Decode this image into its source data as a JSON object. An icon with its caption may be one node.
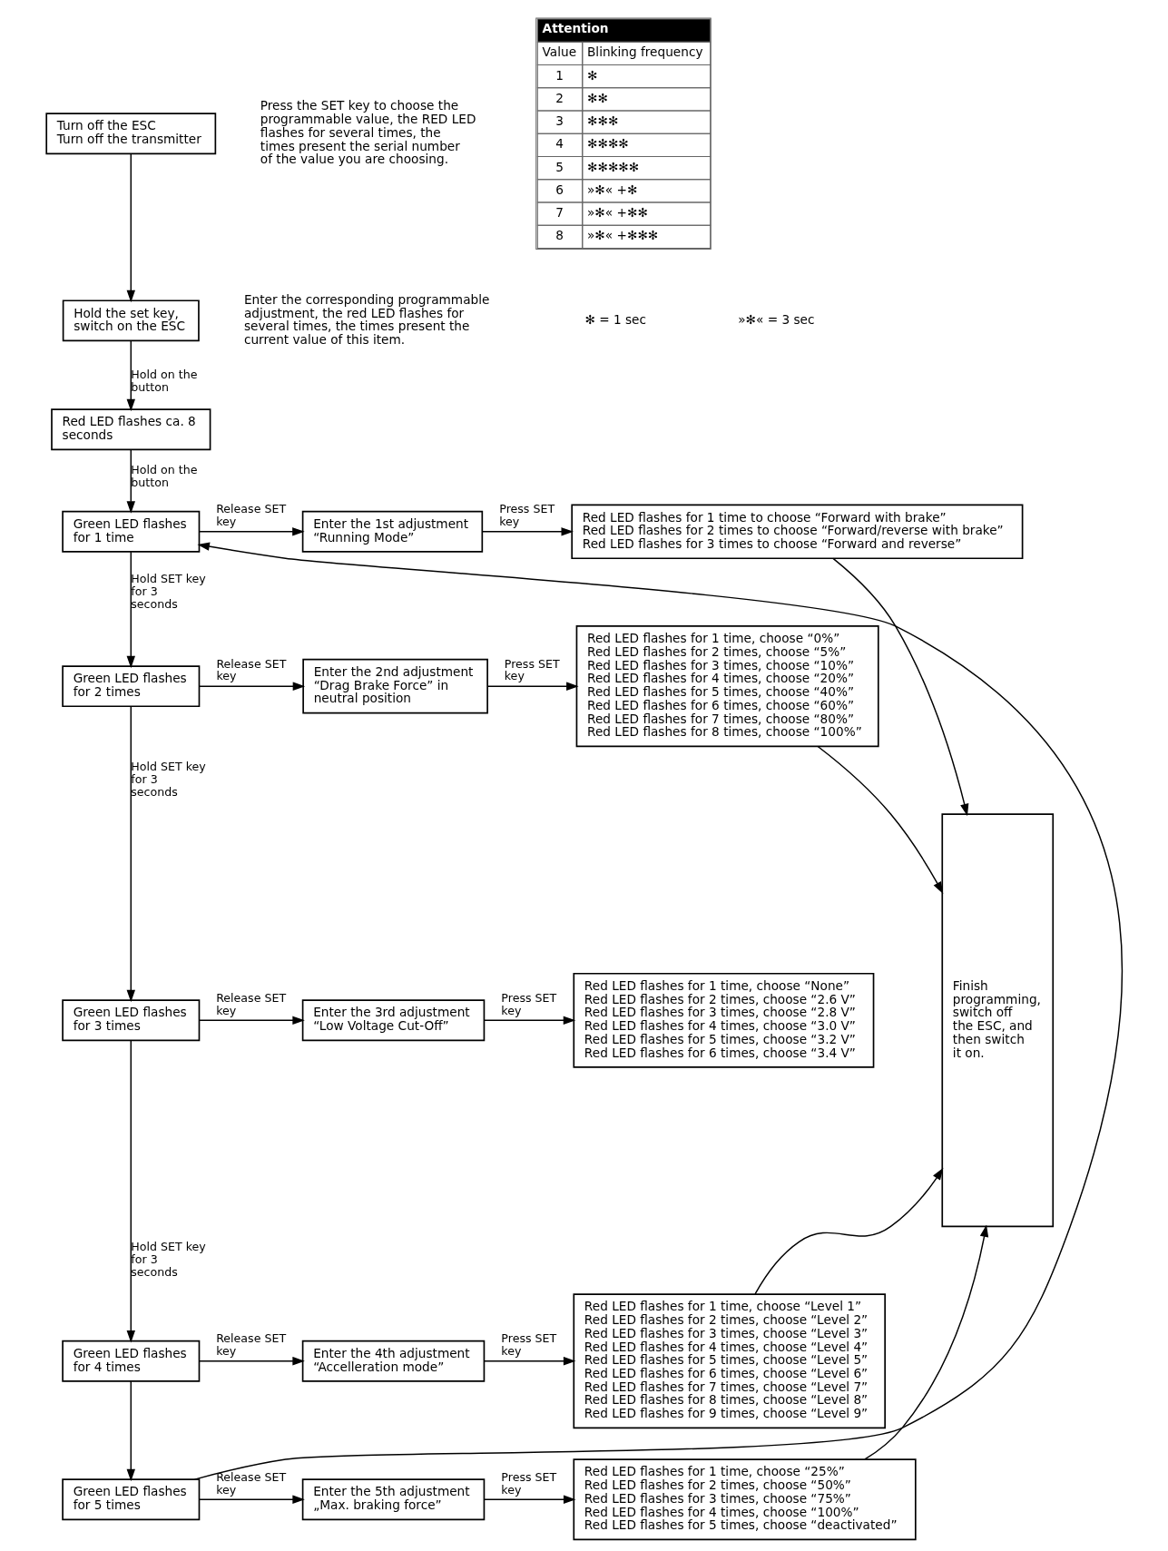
{
  "diagram": {
    "nodes": [
      {
        "text": [
          "Turn off the ESC",
          "Turn off the transmitter"
        ]
      },
      {
        "text": [
          "Hold the set key, switch on the ESC"
        ]
      },
      {
        "text": [
          "Red LED flashes ca. 8 seconds"
        ]
      },
      {
        "text": [
          "Green LED flashes",
          "for 1 time"
        ]
      },
      {
        "text": [
          "Enter the 1st adjustment “Running Mode”"
        ]
      },
      {
        "text": [
          "Red LED flashes for 1 time to choose “Forward with brake”",
          "Red LED flashes for 2 times to choose “Forward/reverse with brake”",
          "Red LED flashes for 3 times to choose “Forward and reverse”"
        ]
      },
      {
        "text": [
          "Green LED flashes",
          "for 2 times"
        ]
      },
      {
        "text": [
          "Enter the 2nd adjustment “Drag Brake Force” in neutral position"
        ]
      },
      {
        "text": [
          "Red LED flashes for 1 time, choose “0%”",
          "Red LED flashes for 2 times, choose “5%”",
          "Red LED flashes for 3 times, choose “10%”",
          "Red LED flashes for 4 times, choose “20%”",
          "Red LED flashes for 5 times, choose “40%”",
          "Red LED flashes for 6 times, choose “60%”",
          "Red LED flashes for 7 times, choose “80%”",
          "Red LED flashes for 8 times, choose “100%”"
        ]
      },
      {
        "text": [
          "Green LED flashes",
          "for 3 times"
        ]
      },
      {
        "text": [
          "Enter the 3rd adjustment “Low Voltage Cut-Off”"
        ]
      },
      {
        "text": [
          "Red LED flashes for 1 time, choose “None”",
          "Red LED flashes for 2 times, choose “2.6 V”",
          "Red LED flashes for 3 times, choose “2.8 V”",
          "Red LED flashes for 4 times, choose “3.0 V”",
          "Red LED flashes for 5 times, choose “3.2 V”",
          "Red LED flashes for 6 times, choose “3.4 V”"
        ]
      },
      {
        "text": [
          "Green LED flashes",
          "for 4 times"
        ]
      },
      {
        "text": [
          "Enter the 4th adjustment “Accelleration mode”"
        ]
      },
      {
        "text": [
          "Red LED flashes for 1 time, choose “Level 1”",
          "Red LED flashes for 2 times, choose “Level 2”",
          "Red LED flashes for 3 times, choose “Level 3”",
          "Red LED flashes for 4 times, choose “Level 4”",
          "Red LED flashes for 5 times, choose “Level 5”",
          "Red LED flashes for 6 times, choose “Level 6”",
          "Red LED flashes for 7 times, choose “Level 7”",
          "Red LED flashes for 8 times, choose “Level 8”",
          "Red LED flashes for 9 times, choose “Level 9”"
        ]
      },
      {
        "text": [
          "Green LED flashes",
          "for 5 times"
        ]
      },
      {
        "text": [
          "Enter the 5th adjustment „Max. braking force”"
        ]
      },
      {
        "text": [
          "Red LED flashes for 1 time, choose “25%”",
          "Red LED flashes for 2 times, choose “50%”",
          "Red LED flashes for 3 times, choose “75%”",
          "Red LED flashes for 4 times, choose “100%”",
          "Red LED flashes for 5 times, choose “deactivated”"
        ]
      },
      {
        "text": [
          "Finish programming, switch off the ESC, and then switch it on."
        ]
      }
    ],
    "edges": [
      {
        "from": 0,
        "to": 1,
        "arrow": "to"
      },
      {
        "from": 1,
        "to": 2,
        "arrow": "to",
        "label": "Hold on the button"
      },
      {
        "from": 2,
        "to": 3,
        "arrow": "to",
        "label": "Hold on the button"
      },
      {
        "from": 3,
        "to": 4,
        "arrow": "to",
        "label": "Release SET key"
      },
      {
        "from": 4,
        "to": 5,
        "arrow": "to",
        "label": "Press SET key"
      },
      {
        "from": 5,
        "to": 18,
        "arrow": "to"
      },
      {
        "from": 3,
        "to": 6,
        "arrow": "to",
        "label": "Hold SET key for 3 seconds"
      },
      {
        "from": 6,
        "to": 7,
        "arrow": "to",
        "label": "Release SET key"
      },
      {
        "from": 7,
        "to": 8,
        "arrow": "to",
        "label": "Press SET key"
      },
      {
        "from": 8,
        "to": 18,
        "arrow": "to"
      },
      {
        "from": 6,
        "to": 9,
        "arrow": "to",
        "label": "Hold SET key for 3 seconds"
      },
      {
        "from": 9,
        "to": 10,
        "arrow": "to",
        "label": "Release SET key"
      },
      {
        "from": 10,
        "to": 11,
        "arrow": "to",
        "label": "Press SET key"
      },
      {
        "from": 9,
        "to": 12,
        "arrow": "to",
        "label": "Hold SET key for 3 seconds"
      },
      {
        "from": 12,
        "to": 13,
        "arrow": "to",
        "label": "Release SET key"
      },
      {
        "from": 13,
        "to": 14,
        "arrow": "to",
        "label": "Press SET key"
      },
      {
        "from": 14,
        "to": 18,
        "arrow": "to"
      },
      {
        "from": 12,
        "to": 15,
        "arrow": "to"
      },
      {
        "from": 15,
        "to": 16,
        "arrow": "to",
        "label": "Release SET key"
      },
      {
        "from": 16,
        "to": 17,
        "arrow": "to",
        "label": "Press SET key"
      },
      {
        "from": 17,
        "to": 18,
        "arrow": "to"
      },
      {
        "from": 15,
        "to": 3,
        "arrow": "to"
      }
    ],
    "labels": [
      "Press the SET key to choose the programmable value, the RED LED flashes for several times, the times present the serial number of the value you are choosing.",
      "Enter the corresponding programmable adjustment, the red LED flashes for several times, the times present the current value of this item.",
      "✻ = 1 sec",
      "»✻« = 3 sec",
      "Attention",
      "Value",
      "Blinking frequency",
      "1",
      "✻",
      "2",
      "✻✻",
      "3",
      "✻✻✻",
      "4",
      "✻✻✻✻",
      "5",
      "✻✻✻✻✻",
      "6",
      "»✻« +✻",
      "7",
      "»✻« +✻✻",
      "8",
      "»✻« +✻✻✻"
    ]
  }
}
